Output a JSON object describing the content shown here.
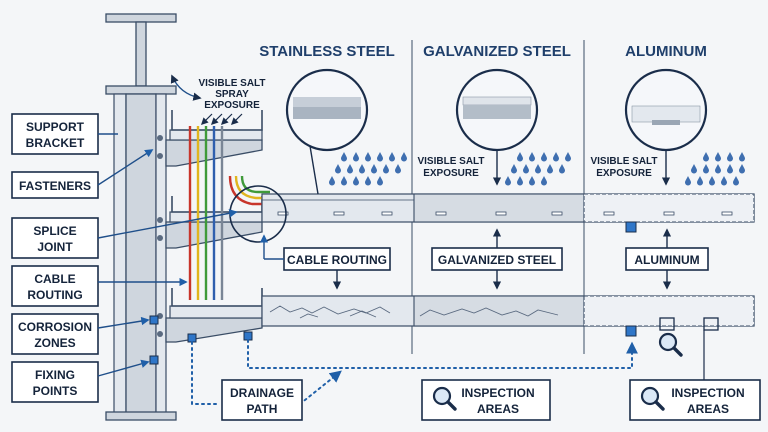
{
  "headers": {
    "stainless": "STAINLESS STEEL",
    "galvanized": "GALVANIZED STEEL",
    "aluminum": "ALUMINUM"
  },
  "left_labels": {
    "support_bracket": [
      "SUPPORT",
      "BRACKET"
    ],
    "fasteners": "FASTENERS",
    "splice_joint": [
      "SPLICE",
      "JOINT"
    ],
    "cable_routing": [
      "CABLE",
      "ROUTING"
    ],
    "corrosion_zones": [
      "CORROSION",
      "ZONES"
    ],
    "fixing_points": [
      "FIXING",
      "POINTS"
    ]
  },
  "callouts": {
    "salt_spray": [
      "VISIBLE SALT",
      "SPRAY",
      "EXPOSURE"
    ],
    "salt_exposure_a": [
      "VISIBLE SALT",
      "EXPOSURE"
    ],
    "salt_exposure_b": [
      "VISIBLE SALT",
      "EXPOSURE"
    ],
    "cable_routing_box": "CABLE ROUTING",
    "galvanized_box": "GALVANIZED STEEL",
    "aluminum_box": "ALUMINUM",
    "drainage": [
      "DRAINAGE",
      "PATH"
    ],
    "inspection_a": [
      "INSPECTION",
      "AREAS"
    ],
    "inspection_b": [
      "INSPECTION",
      "AREAS"
    ]
  },
  "colors": {
    "navy": "#1a2d4a",
    "steel": "#cfd6de",
    "accent_blue": "#1f5fa8",
    "cable_red": "#c8352b",
    "cable_yellow": "#e0b51f",
    "cable_green": "#3f9a3a",
    "cable_blue": "#2f5fae"
  },
  "icons": [
    "magnifier-icon",
    "rain-drop-icon",
    "arrow-icon"
  ]
}
